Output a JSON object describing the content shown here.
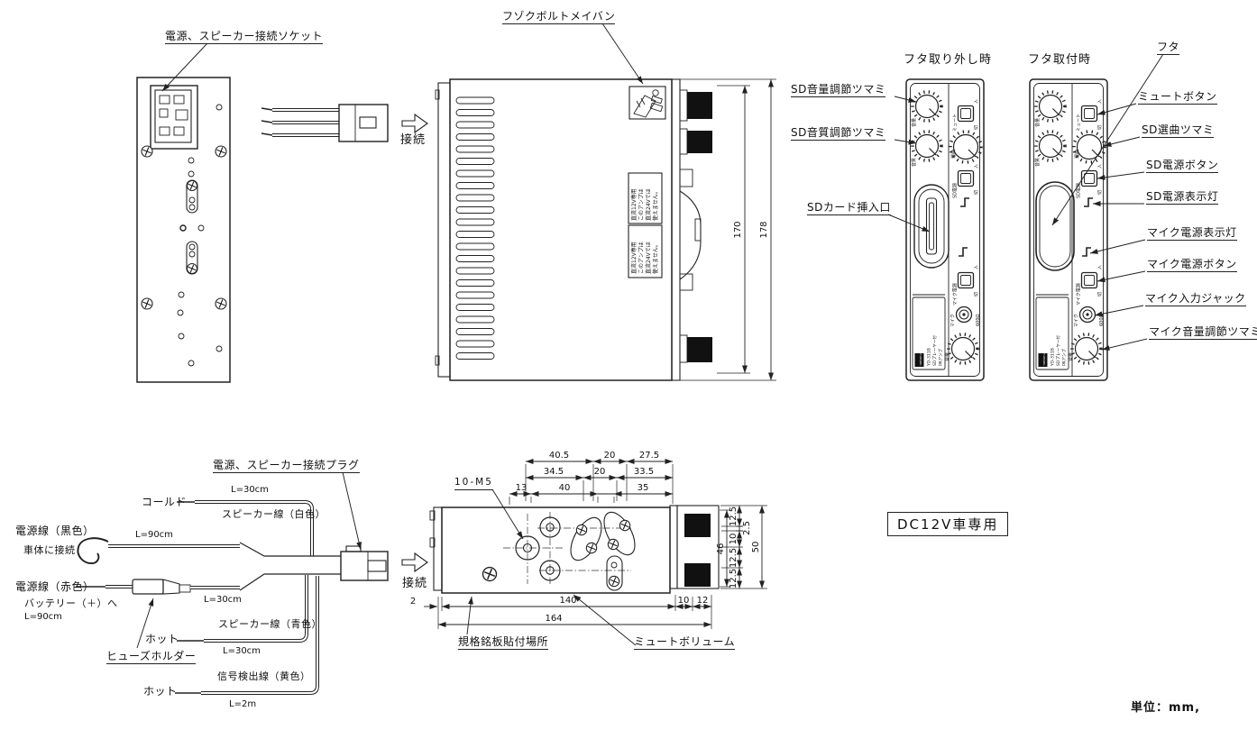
{
  "notes": {
    "units": "単位：mm,",
    "dc_only": "DC12V車専用"
  },
  "connect": "接続",
  "rear": {
    "socket_label": "電源、スピーカー接続ソケット"
  },
  "side": {
    "bolt_label": "フゾクボルトメイバン",
    "dim_front": "170",
    "dim_total": "178",
    "sticker_lines": [
      "直流12V専用",
      "このアンプは",
      "直流24Vでは",
      "使えません。"
    ]
  },
  "front": {
    "title_removed": "フタ取り外し時",
    "title_attached": "フタ取付時",
    "cover": "フタ",
    "left_labels": [
      "SD音量調節ツマミ",
      "SD音質調節ツマミ",
      "SDカード挿入口"
    ],
    "right_labels": [
      "ミュートボタン",
      "SD選曲ツマミ",
      "SD電源ボタン",
      "SD電源表示灯",
      "マイク電源表示灯",
      "マイク電源ボタン",
      "マイク入力ジャック",
      "マイク音量調節ツマミ"
    ],
    "micro": {
      "volume": "音量",
      "tone": "音質",
      "mute": "ミュート",
      "select": "選曲",
      "sd_power": "SD電源",
      "mic_power": "マイク電源",
      "mic": "マイク",
      "impedance": "600Ω",
      "on": "入",
      "off": "切",
      "mic_volume": "音量"
    },
    "brand": {
      "logo": "noboru",
      "model": "YD-311B",
      "type": "SDプレーヤー付",
      "product": "PAアンプ"
    }
  },
  "wiring": {
    "plug_label": "電源、スピーカー接続プラグ",
    "cold": "コールド",
    "spk_white": "スピーカー線（白色）",
    "pwr_black": "電源線（黒色）",
    "body_gnd": "車体に接続",
    "pwr_red": "電源線（赤色）",
    "battery": "バッテリー（＋）へ",
    "hot1": "ホット",
    "spk_blue": "スピーカー線（青色）",
    "fuse": "ヒューズホルダー",
    "sig_yellow": "信号検出線（黄色）",
    "hot2": "ホット",
    "len_30_white": "L=30cm",
    "len_90_black": "L=90cm",
    "len_90_red": "L=90cm",
    "len_30_red": "L=30cm",
    "len_30_blue": "L=30cm",
    "len_2m": "L=2m"
  },
  "bottom": {
    "thread": "10-M5",
    "tier1": [
      "40.5",
      "20",
      "27.5"
    ],
    "tier2": [
      "34.5",
      "20",
      "33.5"
    ],
    "tier3": [
      "13",
      "40",
      "35"
    ],
    "d_2": "2",
    "d_140": "140",
    "d_10": "10",
    "d_12": "12",
    "d_164": "164",
    "r_125a": "12.5",
    "r_25": "2.5",
    "r_10": "10",
    "r_125b": "12.5",
    "r_125c": "12.5",
    "r_46": "46",
    "r_50": "50",
    "nameplate": "規格銘板貼付場所",
    "mute_vol": "ミュートボリューム"
  }
}
